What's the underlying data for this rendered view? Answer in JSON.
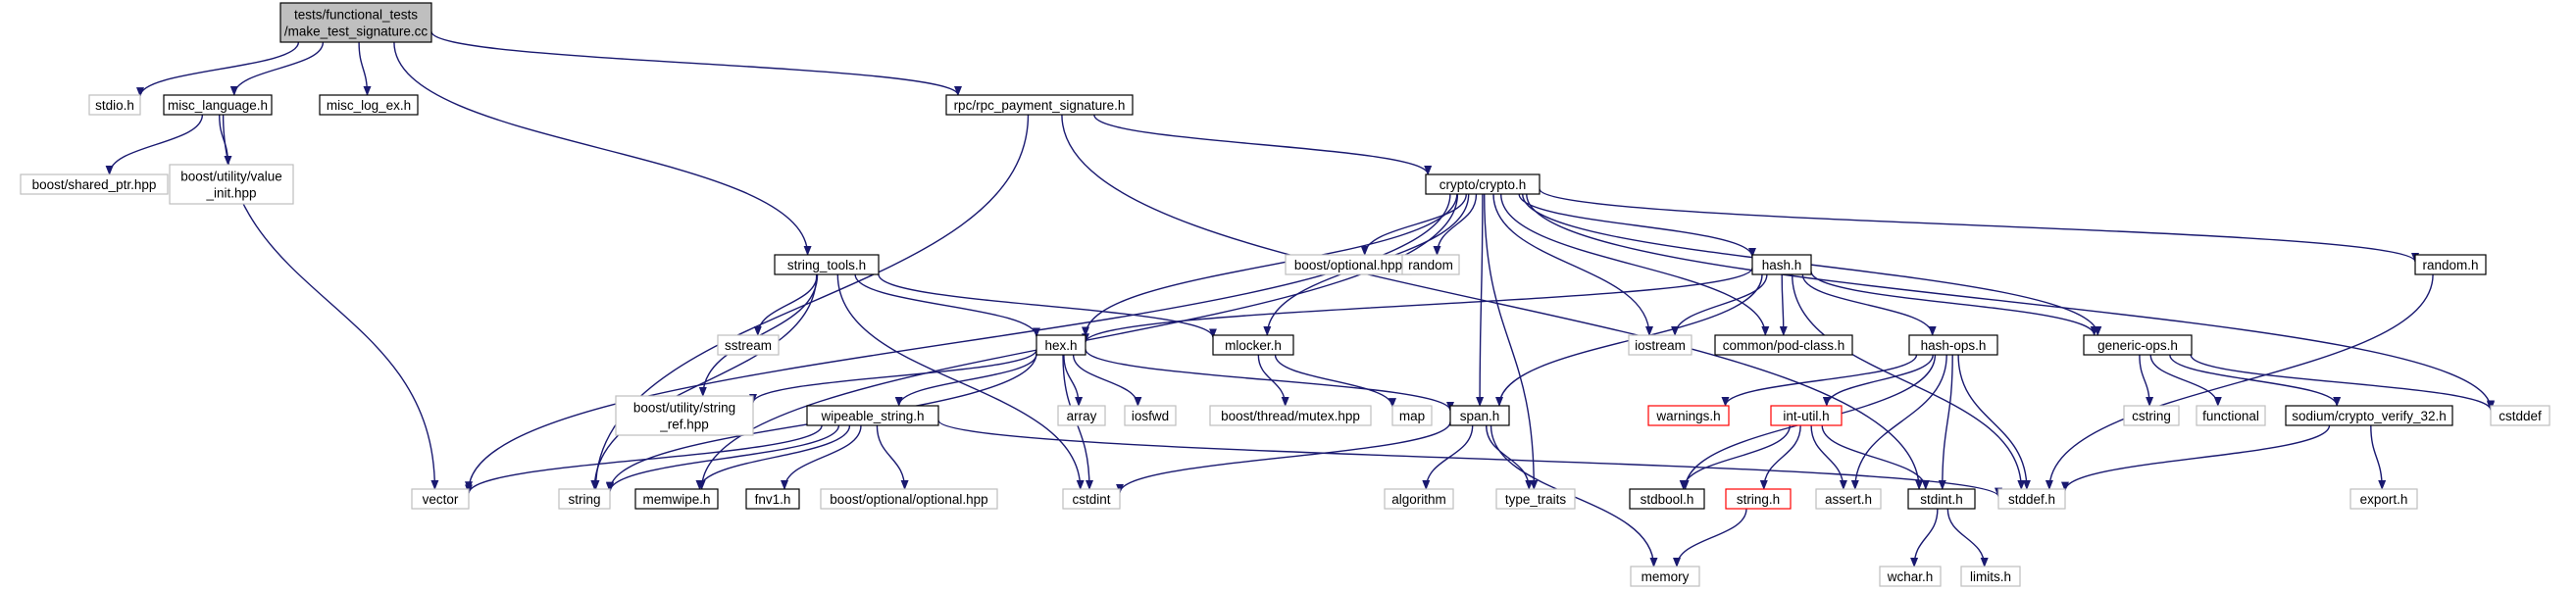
{
  "colors": {
    "edge": "#191970",
    "root_fill": "#bfbfbf",
    "node_border": "#000000",
    "external_border": "#bfbfbf",
    "missing_border": "#ff0000",
    "background": "#ffffff"
  },
  "nodes": [
    {
      "id": "root",
      "lines": [
        "tests/functional_tests",
        "/make_test_signature.cc"
      ],
      "kind": "root"
    },
    {
      "id": "stdio_h",
      "lines": [
        "stdio.h"
      ],
      "kind": "external"
    },
    {
      "id": "misc_language_h",
      "lines": [
        "misc_language.h"
      ],
      "kind": "local"
    },
    {
      "id": "misc_log_ex_h",
      "lines": [
        "misc_log_ex.h"
      ],
      "kind": "local"
    },
    {
      "id": "rpc_payment_signature_h",
      "lines": [
        "rpc/rpc_payment_signature.h"
      ],
      "kind": "local"
    },
    {
      "id": "boost_shared_ptr",
      "lines": [
        "boost/shared_ptr.hpp"
      ],
      "kind": "external"
    },
    {
      "id": "boost_value_init",
      "lines": [
        "boost/utility/value",
        "_init.hpp"
      ],
      "kind": "external"
    },
    {
      "id": "crypto_h",
      "lines": [
        "crypto/crypto.h"
      ],
      "kind": "local"
    },
    {
      "id": "string_tools_h",
      "lines": [
        "string_tools.h"
      ],
      "kind": "local"
    },
    {
      "id": "boost_optional",
      "lines": [
        "boost/optional.hpp"
      ],
      "kind": "external"
    },
    {
      "id": "random",
      "lines": [
        "random"
      ],
      "kind": "external"
    },
    {
      "id": "hash_h",
      "lines": [
        "hash.h"
      ],
      "kind": "local"
    },
    {
      "id": "random_h",
      "lines": [
        "random.h"
      ],
      "kind": "local"
    },
    {
      "id": "sstream",
      "lines": [
        "sstream"
      ],
      "kind": "external"
    },
    {
      "id": "hex_h",
      "lines": [
        "hex.h"
      ],
      "kind": "local"
    },
    {
      "id": "mlocker_h",
      "lines": [
        "mlocker.h"
      ],
      "kind": "local"
    },
    {
      "id": "iostream",
      "lines": [
        "iostream"
      ],
      "kind": "external"
    },
    {
      "id": "pod_class_h",
      "lines": [
        "common/pod-class.h"
      ],
      "kind": "local"
    },
    {
      "id": "hash_ops_h",
      "lines": [
        "hash-ops.h"
      ],
      "kind": "local"
    },
    {
      "id": "generic_ops_h",
      "lines": [
        "generic-ops.h"
      ],
      "kind": "local"
    },
    {
      "id": "vector",
      "lines": [
        "vector"
      ],
      "kind": "external"
    },
    {
      "id": "boost_string_ref",
      "lines": [
        "boost/utility/string",
        "_ref.hpp"
      ],
      "kind": "external"
    },
    {
      "id": "array",
      "lines": [
        "array"
      ],
      "kind": "external"
    },
    {
      "id": "iosfwd",
      "lines": [
        "iosfwd"
      ],
      "kind": "external"
    },
    {
      "id": "boost_mutex",
      "lines": [
        "boost/thread/mutex.hpp"
      ],
      "kind": "external"
    },
    {
      "id": "map",
      "lines": [
        "map"
      ],
      "kind": "external"
    },
    {
      "id": "wipeable_string_h",
      "lines": [
        "wipeable_string.h"
      ],
      "kind": "local"
    },
    {
      "id": "span_h",
      "lines": [
        "span.h"
      ],
      "kind": "local"
    },
    {
      "id": "warnings_h",
      "lines": [
        "warnings.h"
      ],
      "kind": "missing"
    },
    {
      "id": "int_util_h",
      "lines": [
        "int-util.h"
      ],
      "kind": "missing"
    },
    {
      "id": "cstring",
      "lines": [
        "cstring"
      ],
      "kind": "external"
    },
    {
      "id": "functional",
      "lines": [
        "functional"
      ],
      "kind": "external"
    },
    {
      "id": "crypto_verify_h",
      "lines": [
        "sodium/crypto_verify_32.h"
      ],
      "kind": "local"
    },
    {
      "id": "cstddef",
      "lines": [
        "cstddef"
      ],
      "kind": "external"
    },
    {
      "id": "string",
      "lines": [
        "string"
      ],
      "kind": "external"
    },
    {
      "id": "memwipe_h",
      "lines": [
        "memwipe.h"
      ],
      "kind": "local"
    },
    {
      "id": "fnv1_h",
      "lines": [
        "fnv1.h"
      ],
      "kind": "local"
    },
    {
      "id": "boost_opt_opt",
      "lines": [
        "boost/optional/optional.hpp"
      ],
      "kind": "external"
    },
    {
      "id": "cstdint",
      "lines": [
        "cstdint"
      ],
      "kind": "external"
    },
    {
      "id": "algorithm",
      "lines": [
        "algorithm"
      ],
      "kind": "external"
    },
    {
      "id": "type_traits",
      "lines": [
        "type_traits"
      ],
      "kind": "external"
    },
    {
      "id": "stdbool_h",
      "lines": [
        "stdbool.h"
      ],
      "kind": "local"
    },
    {
      "id": "string_h",
      "lines": [
        "string.h"
      ],
      "kind": "missing"
    },
    {
      "id": "assert_h",
      "lines": [
        "assert.h"
      ],
      "kind": "external"
    },
    {
      "id": "stdint_h",
      "lines": [
        "stdint.h"
      ],
      "kind": "local"
    },
    {
      "id": "stddef_h",
      "lines": [
        "stddef.h"
      ],
      "kind": "external"
    },
    {
      "id": "export_h",
      "lines": [
        "export.h"
      ],
      "kind": "external"
    },
    {
      "id": "memory",
      "lines": [
        "memory"
      ],
      "kind": "external"
    },
    {
      "id": "wchar_h",
      "lines": [
        "wchar.h"
      ],
      "kind": "external"
    },
    {
      "id": "limits_h",
      "lines": [
        "limits.h"
      ],
      "kind": "external"
    }
  ],
  "edges": [
    [
      "root",
      "stdio_h"
    ],
    [
      "root",
      "misc_language_h"
    ],
    [
      "root",
      "misc_log_ex_h"
    ],
    [
      "root",
      "string_tools_h"
    ],
    [
      "root",
      "rpc_payment_signature_h"
    ],
    [
      "misc_language_h",
      "boost_shared_ptr"
    ],
    [
      "misc_language_h",
      "boost_value_init"
    ],
    [
      "misc_language_h",
      "vector"
    ],
    [
      "rpc_payment_signature_h",
      "crypto_h"
    ],
    [
      "rpc_payment_signature_h",
      "string"
    ],
    [
      "rpc_payment_signature_h",
      "stdint_h"
    ],
    [
      "crypto_h",
      "vector"
    ],
    [
      "crypto_h",
      "memwipe_h"
    ],
    [
      "crypto_h",
      "hex_h"
    ],
    [
      "crypto_h",
      "mlocker_h"
    ],
    [
      "crypto_h",
      "boost_optional"
    ],
    [
      "crypto_h",
      "random"
    ],
    [
      "crypto_h",
      "span_h"
    ],
    [
      "crypto_h",
      "type_traits"
    ],
    [
      "crypto_h",
      "iostream"
    ],
    [
      "crypto_h",
      "pod_class_h"
    ],
    [
      "crypto_h",
      "hash_h"
    ],
    [
      "crypto_h",
      "generic_ops_h"
    ],
    [
      "crypto_h",
      "cstddef"
    ],
    [
      "crypto_h",
      "random_h"
    ],
    [
      "string_tools_h",
      "string"
    ],
    [
      "string_tools_h",
      "sstream"
    ],
    [
      "string_tools_h",
      "boost_string_ref"
    ],
    [
      "string_tools_h",
      "hex_h"
    ],
    [
      "string_tools_h",
      "mlocker_h"
    ],
    [
      "string_tools_h",
      "cstdint"
    ],
    [
      "hash_h",
      "hex_h"
    ],
    [
      "hash_h",
      "iostream"
    ],
    [
      "hash_h",
      "pod_class_h"
    ],
    [
      "hash_h",
      "hash_ops_h"
    ],
    [
      "hash_h",
      "generic_ops_h"
    ],
    [
      "hash_h",
      "span_h"
    ],
    [
      "hash_h",
      "stddef_h"
    ],
    [
      "hex_h",
      "string"
    ],
    [
      "hex_h",
      "boost_string_ref"
    ],
    [
      "hex_h",
      "wipeable_string_h"
    ],
    [
      "hex_h",
      "cstdint"
    ],
    [
      "hex_h",
      "array"
    ],
    [
      "hex_h",
      "iosfwd"
    ],
    [
      "hex_h",
      "span_h"
    ],
    [
      "mlocker_h",
      "boost_mutex"
    ],
    [
      "mlocker_h",
      "map"
    ],
    [
      "wipeable_string_h",
      "vector"
    ],
    [
      "wipeable_string_h",
      "string"
    ],
    [
      "wipeable_string_h",
      "memwipe_h"
    ],
    [
      "wipeable_string_h",
      "fnv1_h"
    ],
    [
      "wipeable_string_h",
      "boost_opt_opt"
    ],
    [
      "wipeable_string_h",
      "stddef_h"
    ],
    [
      "span_h",
      "cstdint"
    ],
    [
      "span_h",
      "algorithm"
    ],
    [
      "span_h",
      "type_traits"
    ],
    [
      "span_h",
      "memory"
    ],
    [
      "hash_ops_h",
      "stdbool_h"
    ],
    [
      "hash_ops_h",
      "warnings_h"
    ],
    [
      "hash_ops_h",
      "int_util_h"
    ],
    [
      "hash_ops_h",
      "assert_h"
    ],
    [
      "hash_ops_h",
      "stdint_h"
    ],
    [
      "hash_ops_h",
      "stddef_h"
    ],
    [
      "int_util_h",
      "stdbool_h"
    ],
    [
      "int_util_h",
      "string_h"
    ],
    [
      "int_util_h",
      "assert_h"
    ],
    [
      "int_util_h",
      "stdint_h"
    ],
    [
      "string_h",
      "memory"
    ],
    [
      "stdint_h",
      "wchar_h"
    ],
    [
      "stdint_h",
      "limits_h"
    ],
    [
      "generic_ops_h",
      "cstring"
    ],
    [
      "generic_ops_h",
      "functional"
    ],
    [
      "generic_ops_h",
      "crypto_verify_h"
    ],
    [
      "generic_ops_h",
      "cstddef"
    ],
    [
      "crypto_verify_h",
      "stddef_h"
    ],
    [
      "crypto_verify_h",
      "export_h"
    ],
    [
      "random_h",
      "stddef_h"
    ]
  ]
}
